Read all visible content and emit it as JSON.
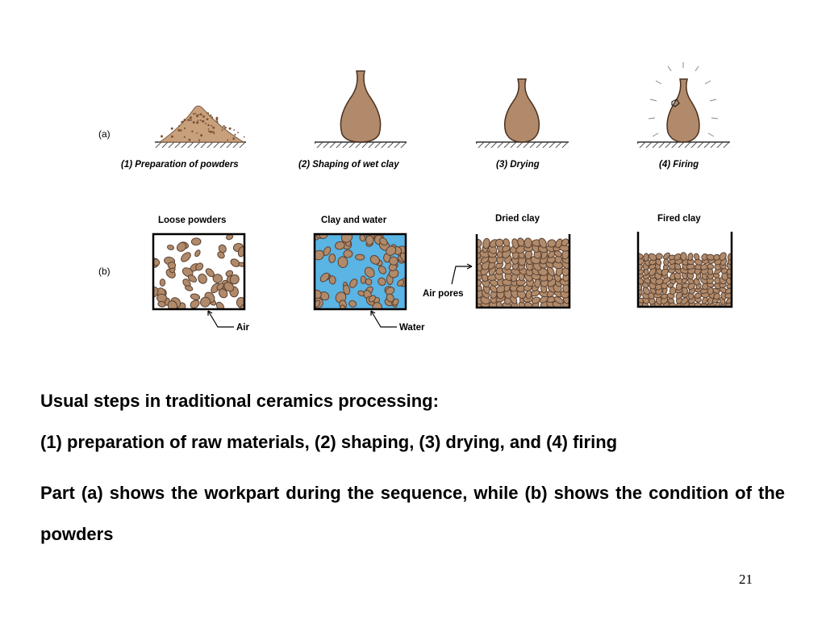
{
  "diagram": {
    "row_a_label": "(a)",
    "row_b_label": "(b)",
    "steps": [
      {
        "label": "(1) Preparation of powders"
      },
      {
        "label": "(2) Shaping of wet clay"
      },
      {
        "label": "(3) Drying"
      },
      {
        "label": "(4) Firing"
      }
    ],
    "conditions": [
      {
        "title": "Loose powders",
        "callout": "Air"
      },
      {
        "title": "Clay and water",
        "callout": "Water"
      },
      {
        "title": "Dried clay",
        "callout": "Air pores"
      },
      {
        "title": "Fired clay"
      }
    ],
    "colors": {
      "clay": "#b08a6a",
      "water": "#5ab4e4",
      "particle_stroke": "#5a4030"
    }
  },
  "text": {
    "heading": "Usual steps in traditional ceramics processing:",
    "line1": "(1) preparation of raw materials, (2) shaping, (3) drying, and (4) firing",
    "line2": "Part (a) shows the workpart during the sequence, while (b) shows the condition of the powders"
  },
  "page_number": "21"
}
